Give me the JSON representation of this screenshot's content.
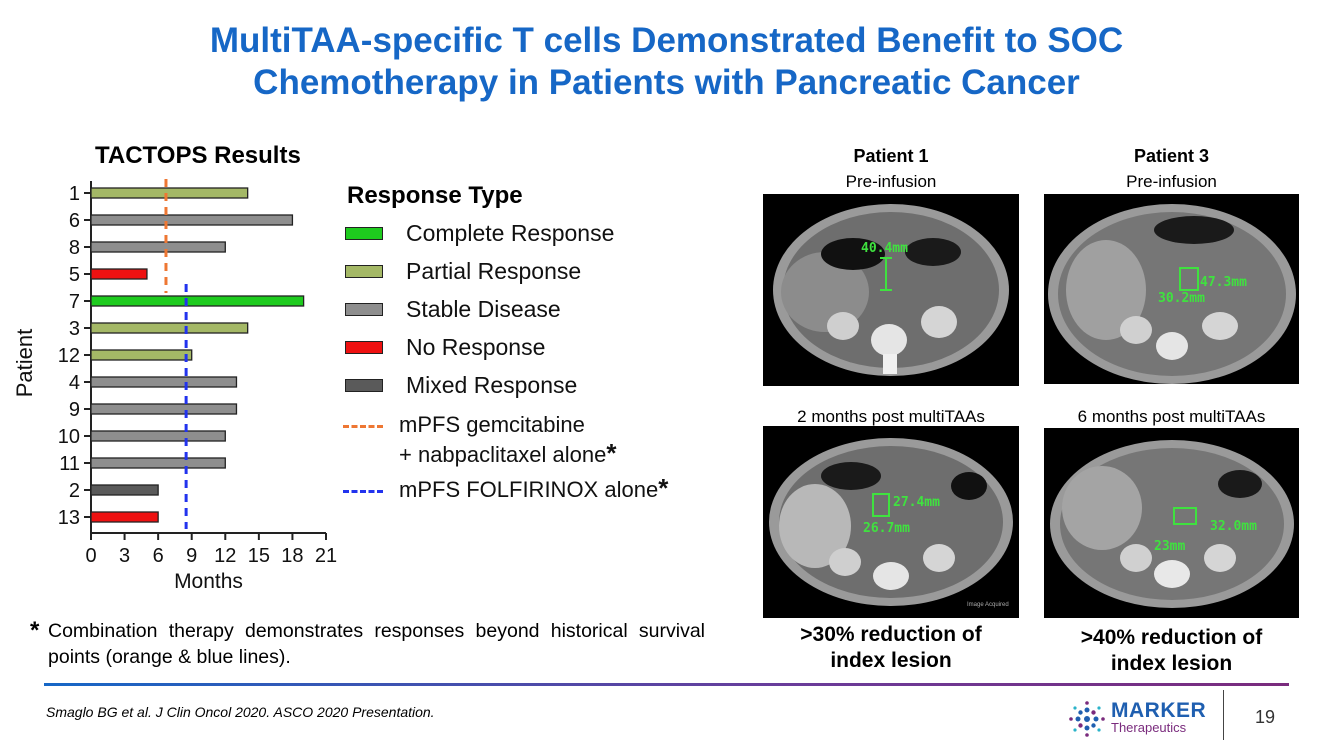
{
  "title_line1": "MultiTAA-specific T cells Demonstrated Benefit to SOC",
  "title_line2": "Chemotherapy in Patients with Pancreatic Cancer",
  "chart_data": {
    "type": "bar",
    "orientation": "horizontal",
    "title": "TACTOPS Results",
    "xlabel": "Months",
    "ylabel": "Patient",
    "xlim": [
      0,
      21
    ],
    "xticks": [
      0,
      3,
      6,
      9,
      12,
      15,
      18,
      21
    ],
    "categories": [
      "1",
      "6",
      "8",
      "5",
      "7",
      "3",
      "12",
      "4",
      "9",
      "10",
      "11",
      "2",
      "13"
    ],
    "values": [
      14,
      18,
      12,
      5,
      19,
      14,
      9,
      13,
      13,
      12,
      12,
      6,
      6
    ],
    "response_types": [
      "Partial Response",
      "Stable Disease",
      "Stable Disease",
      "No Response",
      "Complete Response",
      "Partial Response",
      "Partial Response",
      "Stable Disease",
      "Stable Disease",
      "Stable Disease",
      "Stable Disease",
      "Mixed Response",
      "No Response"
    ],
    "reference_lines": [
      {
        "value": 6.7,
        "color": "#ee7733",
        "label": "mPFS gemcitabine + nabpaclitaxel alone"
      },
      {
        "value": 8.5,
        "color": "#2233ee",
        "label": "mPFS FOLFIRINOX alone"
      }
    ],
    "legend_title": "Response Type",
    "legend": [
      {
        "label": "Complete Response",
        "color": "#1ecb1e"
      },
      {
        "label": "Partial Response",
        "color": "#a4b866"
      },
      {
        "label": "Stable Disease",
        "color": "#8e8e8e"
      },
      {
        "label": "No Response",
        "color": "#ee1111"
      },
      {
        "label": "Mixed Response",
        "color": "#5a5a5a"
      }
    ],
    "grid": false,
    "legend_position": "right"
  },
  "legend_lines": {
    "gem_line1": "mPFS gemcitabine",
    "gem_line2": "+ nabpaclitaxel alone",
    "folf": "mPFS FOLFIRINOX alone",
    "star": "*"
  },
  "footnote": {
    "star": "*",
    "text": "Combination therapy demonstrates responses beyond historical survival points (orange & blue lines)."
  },
  "patients": [
    {
      "name": "Patient 1",
      "pre_label": "Pre-infusion",
      "post_label": "2 months post multiTAAs",
      "pre_measures": [
        "40.4mm"
      ],
      "post_measures": [
        "27.4mm",
        "26.7mm"
      ],
      "result_line1": ">30% reduction of",
      "result_line2": "index lesion",
      "watermark": "Image Acquired"
    },
    {
      "name": "Patient 3",
      "pre_label": "Pre-infusion",
      "post_label": "6 months post multiTAAs",
      "pre_measures": [
        "47.3mm",
        "30.2mm"
      ],
      "post_measures": [
        "32.0mm",
        "23mm"
      ],
      "result_line1": ">40% reduction of",
      "result_line2": "index lesion"
    }
  ],
  "citation": "Smaglo BG et al. J Clin Oncol 2020. ASCO 2020 Presentation.",
  "logo": {
    "line1": "MARKER",
    "line2": "Therapeutics",
    "brand_blue": "#1f5fb0",
    "brand_purple": "#7a2b7d"
  },
  "page_number": "19"
}
